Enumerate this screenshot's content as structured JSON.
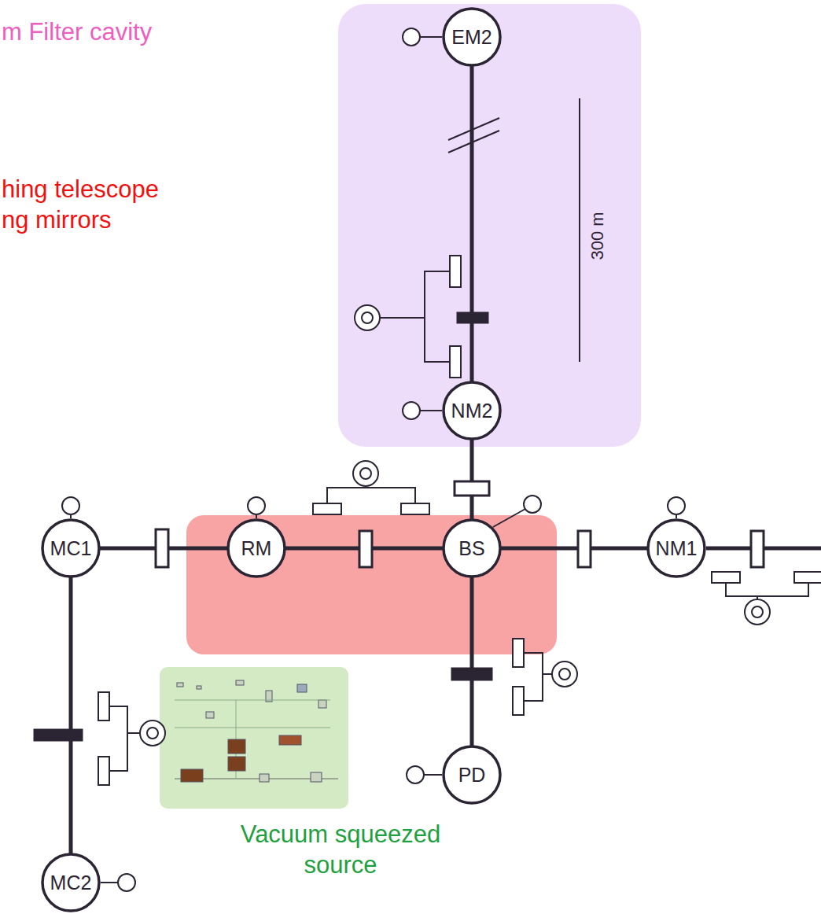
{
  "diagram": {
    "nodes": [
      {
        "text": [
          "m Filter cavity"
        ]
      },
      {
        "text": [
          "EM2"
        ],
        "in": 0
      },
      {
        "text": [
          "NM2"
        ],
        "in": 0
      },
      {
        "text": [
          "hing telescope ng mirrors"
        ]
      },
      {
        "text": [
          "RM"
        ],
        "in": 3
      },
      {
        "text": [
          "BS"
        ],
        "in": 3
      },
      {
        "text": [
          "MC1"
        ]
      },
      {
        "text": [
          "NM1"
        ]
      },
      {
        "text": [
          "Vacuum squeezed source"
        ]
      },
      {
        "text": [
          "PD"
        ]
      },
      {
        "text": [
          "MC2"
        ]
      }
    ],
    "edges": [
      {
        "from": 1,
        "to": 2,
        "arrow": "none"
      },
      {
        "from": 2,
        "to": 5,
        "arrow": "none"
      },
      {
        "from": 6,
        "to": 4,
        "arrow": "none"
      },
      {
        "from": 4,
        "to": 5,
        "arrow": "none"
      },
      {
        "from": 5,
        "to": 7,
        "arrow": "none"
      },
      {
        "from": 5,
        "to": 9,
        "arrow": "none"
      },
      {
        "from": 6,
        "to": 10,
        "arrow": "none"
      }
    ],
    "labels": [
      "300 m"
    ]
  }
}
